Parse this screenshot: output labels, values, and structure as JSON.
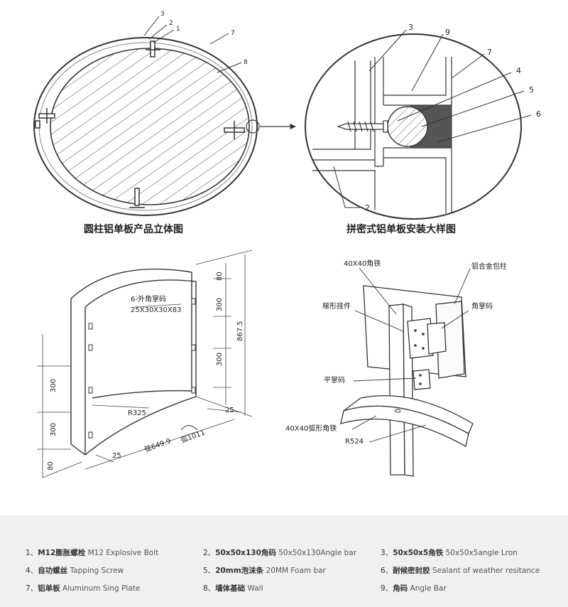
{
  "views": {
    "top_left": {
      "caption": "圆柱铝单板产品立体图",
      "callouts": [
        "3",
        "2",
        "1",
        "7",
        "8"
      ]
    },
    "top_right": {
      "caption": "拼密式铝单板安装大样图",
      "callouts": [
        "3",
        "9",
        "7",
        "4",
        "5",
        "6",
        "2"
      ]
    },
    "bottom_left": {
      "corner_code_label": "6-外角掌码",
      "corner_code_size": "25X30X30X83",
      "dims": {
        "d80_top": "80",
        "d300_a": "300",
        "d300_b": "300",
        "d867": "867.5",
        "d300_left_a": "300",
        "d300_left_b": "300",
        "d80_bottom": "80",
        "r325": "R325",
        "d25_right": "25",
        "d25_bottom": "25",
        "chord": "弦649.9",
        "arc": "弧1011"
      }
    },
    "bottom_right": {
      "labels": {
        "angle_iron": "40X40角铁",
        "column": "铝合金包柱",
        "trapezoid_piece": "梯形挂件",
        "angle_code": "角掌码",
        "flat_code": "平掌码",
        "arc_angle_iron": "40X40弧形角铁",
        "r524": "R524"
      }
    }
  },
  "legend": [
    {
      "num": "1、",
      "cn": "M12膨胀螺栓",
      "en": "M12 Explosive Bolt"
    },
    {
      "num": "2、",
      "cn": "50x50x130角码",
      "en": "50x50x130Angle bar"
    },
    {
      "num": "3、",
      "cn": "50x50x5角铁",
      "en": "50x50x5angle Lron"
    },
    {
      "num": "4、",
      "cn": "自功螺丝",
      "en": "Tapping Screw"
    },
    {
      "num": "5、",
      "cn": "20mm泡沫条",
      "en": "20MM Foam bar"
    },
    {
      "num": "6、",
      "cn": "耐候密封胶",
      "en": "Sealant of weather resitance"
    },
    {
      "num": "7、",
      "cn": "铝单板",
      "en": "Aluminum Sing Plate"
    },
    {
      "num": "8、",
      "cn": "墙体基础",
      "en": "Wall"
    },
    {
      "num": "9、",
      "cn": "角码",
      "en": "Angle Bar"
    }
  ]
}
